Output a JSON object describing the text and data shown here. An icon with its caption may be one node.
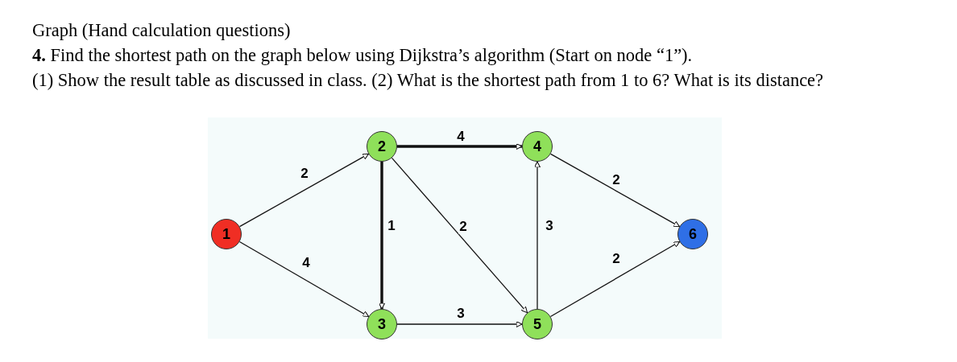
{
  "diagram": {
    "title": "Graph (Hand calculation questions)",
    "labels": [
      "**4.** Find the shortest path on the graph below using Dijkstra’s algorithm (Start on node “1”).",
      "(1) Show the result table as discussed in class. (2) What is the shortest path from 1 to 6? What is its distance?"
    ],
    "nodes": [
      {
        "text": [
          "1"
        ]
      },
      {
        "text": [
          "2"
        ]
      },
      {
        "text": [
          "3"
        ]
      },
      {
        "text": [
          "4"
        ]
      },
      {
        "text": [
          "5"
        ]
      },
      {
        "text": [
          "6"
        ]
      }
    ],
    "edges": [
      {
        "from": 0,
        "to": 1,
        "arrow": "to",
        "label": "2"
      },
      {
        "from": 0,
        "to": 2,
        "arrow": "to",
        "label": "4"
      },
      {
        "from": 1,
        "to": 3,
        "arrow": "to",
        "label": "4",
        "style": "thick"
      },
      {
        "from": 1,
        "to": 2,
        "arrow": "to",
        "label": "1",
        "style": "thick"
      },
      {
        "from": 1,
        "to": 4,
        "arrow": "to",
        "label": "2"
      },
      {
        "from": 2,
        "to": 4,
        "arrow": "to",
        "label": "3"
      },
      {
        "from": 4,
        "to": 3,
        "arrow": "to",
        "label": "3"
      },
      {
        "from": 3,
        "to": 5,
        "arrow": "to",
        "label": "2"
      },
      {
        "from": 4,
        "to": 5,
        "arrow": "to",
        "label": "2"
      }
    ]
  }
}
